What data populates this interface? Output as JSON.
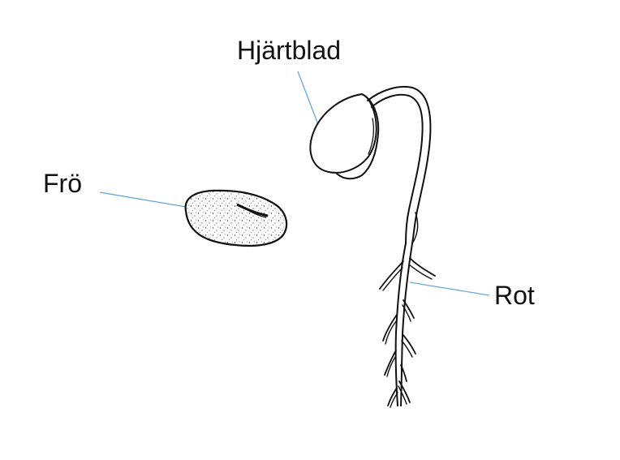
{
  "labels": {
    "cotyledon": "Hjärtblad",
    "seed": "Frö",
    "root": "Rot"
  },
  "colors": {
    "ink": "#111111",
    "leader_line": "#6aa6d8",
    "background": "#ffffff"
  }
}
